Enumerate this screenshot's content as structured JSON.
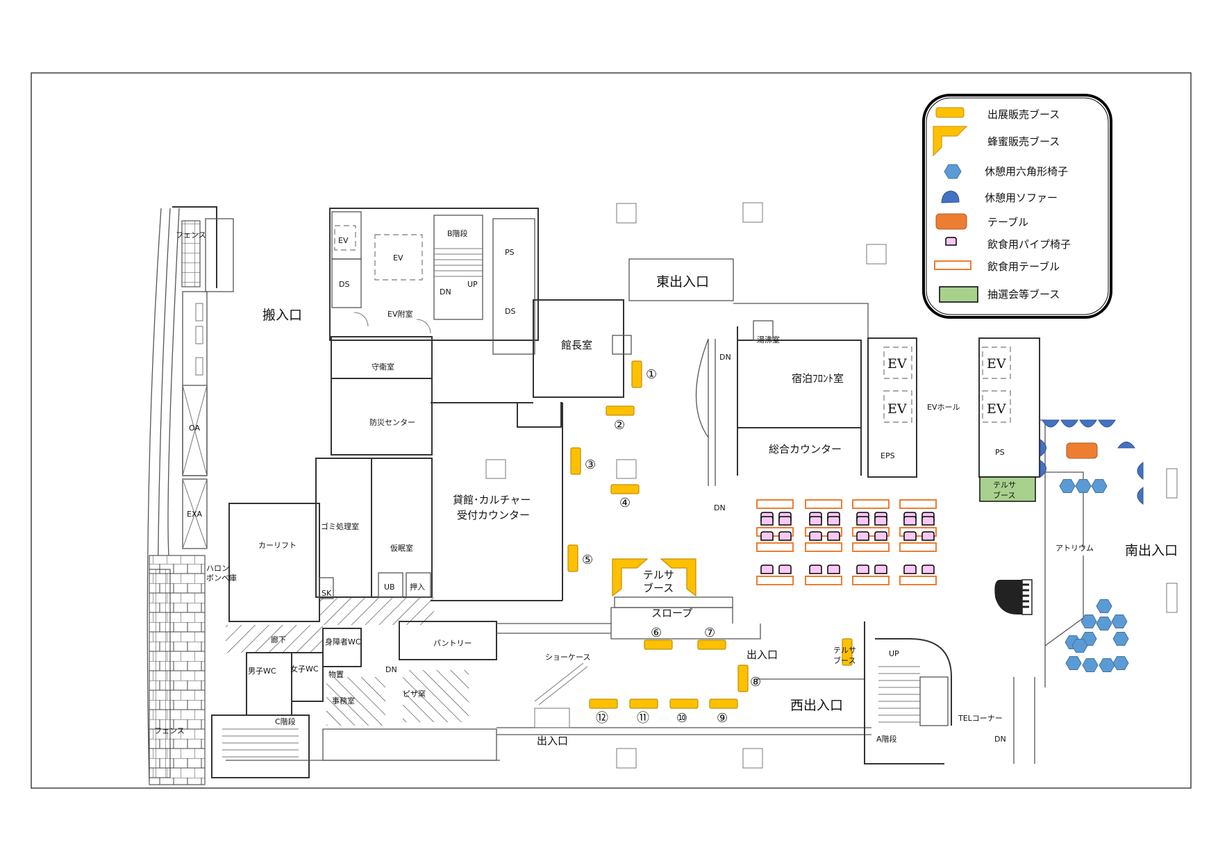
{
  "title": "Floor plan - exhibition / sales booth layout",
  "colors": {
    "sales_booth": "#FFC000",
    "honey_booth": "#FFC000",
    "hex_chair": "#5B9BD5",
    "sofa": "#4472C4",
    "table": "#ED7D31",
    "pipe_chair": "#FBC8F5",
    "dining_table_border": "#ED7D31",
    "lottery_booth": "#A9D18E"
  },
  "legend": {
    "items": [
      {
        "icon": "sales-booth-icon",
        "label": "出展販売ブース"
      },
      {
        "icon": "honey-booth-icon",
        "label": "蜂蜜販売ブース"
      },
      {
        "icon": "hexagon-chair-icon",
        "label": "休憩用六角形椅子"
      },
      {
        "icon": "sofa-icon",
        "label": "休憩用ソファー"
      },
      {
        "icon": "table-icon",
        "label": "テーブル"
      },
      {
        "icon": "pipe-chair-icon",
        "label": "飲食用パイプ椅子"
      },
      {
        "icon": "dining-table-icon",
        "label": "飲食用テーブル"
      },
      {
        "icon": "lottery-booth-icon",
        "label": "抽選会等ブース"
      }
    ]
  },
  "rooms": {
    "loading_entrance": "搬入口",
    "fence_top": "フェンス",
    "fence_bottom": "フェンス",
    "ev_small": "EV",
    "ev_large": "EV",
    "ds_left": "DS",
    "b_stairs": "B階段",
    "up": "UP",
    "dn": "DN",
    "ps_top": "PS",
    "ds_right": "DS",
    "ev_lobby": "EV附室",
    "guard_room": "守衛室",
    "disaster_center": "防災センター",
    "oa": "OA",
    "exa": "EXA",
    "car_lift": "カーリフト",
    "halon": "ハロン\nボンベ庫",
    "garbage_room": "ゴミ処理室",
    "nap_room": "仮眠室",
    "ub": "UB",
    "closet": "押入",
    "sk": "SK",
    "corridor": "廊下",
    "accessible_wc": "身障者WC",
    "mens_wc": "男子WC",
    "womens_wc": "女子WC",
    "storage": "物置",
    "pantry": "パントリー",
    "pizza_kiln": "ピザ窯",
    "office": "事務室",
    "c_stairs": "C階段",
    "director_room": "館長室",
    "rental_counter_line1": "貸館･カルチャー",
    "rental_counter_line2": "受付カウンター",
    "east_entrance": "東出入口",
    "hot_water_room": "湯沸室",
    "hotel_front": "宿泊ﾌﾛﾝﾄ室",
    "general_counter": "総合カウンター",
    "ev_hall": "EVホール",
    "ev": "EV",
    "eps": "EPS",
    "ps": "PS",
    "atrium": "アトリウム",
    "south_entrance": "南出入口",
    "slope": "スロープ",
    "showcase": "ショーケース",
    "entrance_mid": "出入口",
    "entrance_bottom": "出入口",
    "west_entrance": "西出入口",
    "a_stairs": "A階段",
    "tel_corner": "TELコーナー",
    "terusa_booth_line1": "テルサ",
    "terusa_booth_line2": "ブース"
  },
  "booths": {
    "numbers": [
      "①",
      "②",
      "③",
      "④",
      "⑤",
      "⑥",
      "⑦",
      "⑧",
      "⑨",
      "⑩",
      "⑪",
      "⑫"
    ]
  },
  "dining": {
    "table_rows": 4,
    "tables_per_row": 4,
    "chairs_per_table": 2
  }
}
